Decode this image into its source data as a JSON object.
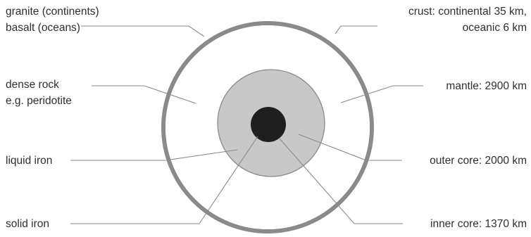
{
  "colors": {
    "crust_ring": "#8a8a8a",
    "mantle": "#ffffff",
    "outer_core": "#c8c8c8",
    "inner_core": "#1f1f1f",
    "outline": "#8a8a8a",
    "text": "#2f2f2f"
  },
  "left_labels": {
    "crust_material_line1": "granite (continents)",
    "crust_material_line2": "basalt (oceans)",
    "mantle_material_line1": "dense rock",
    "mantle_material_line2": "e.g. peridotite",
    "outer_core_material": "liquid iron",
    "inner_core_material": "solid iron"
  },
  "right_labels": {
    "crust_line1": "crust: continental 35 km,",
    "crust_line2": "oceanic 6 km",
    "mantle": "mantle: 2900 km",
    "outer_core": "outer core: 2000 km",
    "inner_core": "inner core: 1370 km"
  }
}
